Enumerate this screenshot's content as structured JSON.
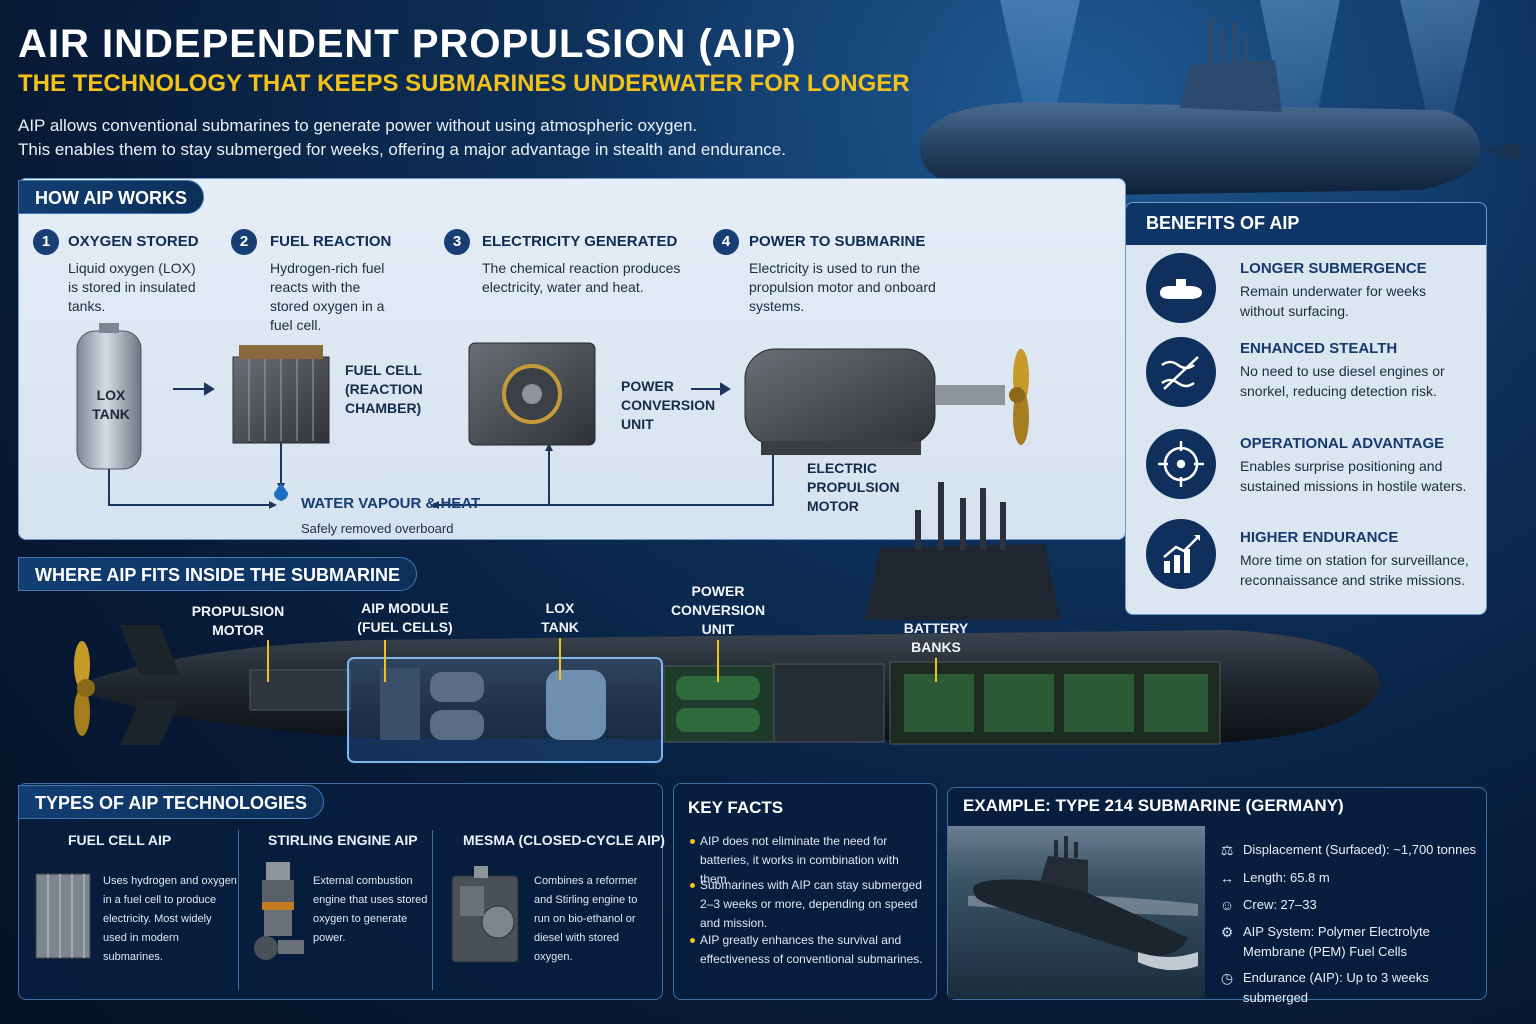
{
  "header": {
    "title": "AIR INDEPENDENT PROPULSION (AIP)",
    "subtitle": "THE TECHNOLOGY THAT KEEPS SUBMARINES UNDERWATER FOR LONGER",
    "intro_line1": "AIP allows conventional submarines to generate power without using atmospheric oxygen.",
    "intro_line2": "This enables them to stay submerged for weeks, offering a major advantage in stealth and endurance."
  },
  "how": {
    "heading": "HOW AIP WORKS",
    "steps": [
      {
        "num": "1",
        "title": "OXYGEN STORED",
        "desc": "Liquid oxygen (LOX) is stored in insulated tanks."
      },
      {
        "num": "2",
        "title": "FUEL REACTION",
        "desc": "Hydrogen-rich fuel reacts with the stored oxygen in a fuel cell."
      },
      {
        "num": "3",
        "title": "ELECTRICITY GENERATED",
        "desc": "The chemical reaction produces electricity, water and heat."
      },
      {
        "num": "4",
        "title": "POWER TO SUBMARINE",
        "desc": "Electricity is used to run the propulsion motor and onboard systems."
      }
    ],
    "lox_tank_label_1": "LOX",
    "lox_tank_label_2": "TANK",
    "fuel_cell_label": "FUEL CELL (REACTION CHAMBER)",
    "power_unit_label": "POWER CONVERSION UNIT",
    "motor_label": "ELECTRIC PROPULSION MOTOR",
    "water_title": "WATER VAPOUR & HEAT",
    "water_desc": "Safely removed overboard"
  },
  "benefits": {
    "heading": "BENEFITS OF AIP",
    "items": [
      {
        "icon": "submarine-icon",
        "title": "LONGER SUBMERGENCE",
        "desc": "Remain underwater for weeks without surfacing."
      },
      {
        "icon": "stealth-icon",
        "title": "ENHANCED STEALTH",
        "desc": "No need to use diesel engines or snorkel, reducing detection risk."
      },
      {
        "icon": "target-icon",
        "title": "OPERATIONAL ADVANTAGE",
        "desc": "Enables surprise positioning and sustained missions in hostile waters."
      },
      {
        "icon": "growth-chart-icon",
        "title": "HIGHER ENDURANCE",
        "desc": "More time on station for surveillance, reconnaissance and strike missions."
      }
    ]
  },
  "fits": {
    "heading": "WHERE AIP FITS INSIDE THE SUBMARINE",
    "labels": {
      "propulsion_motor": "PROPULSION MOTOR",
      "aip_module": "AIP MODULE (FUEL CELLS)",
      "lox_tank": "LOX TANK",
      "power_unit": "POWER CONVERSION UNIT",
      "battery_banks": "BATTERY BANKS"
    }
  },
  "types": {
    "heading": "TYPES OF AIP TECHNOLOGIES",
    "items": [
      {
        "title": "FUEL CELL AIP",
        "desc": "Uses hydrogen and oxygen in a fuel cell to produce electricity. Most widely used in modern submarines."
      },
      {
        "title": "STIRLING ENGINE AIP",
        "desc": "External combustion engine that uses stored oxygen to generate power."
      },
      {
        "title": "MESMA (CLOSED-CYCLE AIP)",
        "desc": "Combines a reformer and Stirling engine to run on bio-ethanol or diesel with stored oxygen."
      }
    ]
  },
  "facts": {
    "heading": "KEY FACTS",
    "items": [
      "AIP does not eliminate the need for batteries, it works in combination with them.",
      "Submarines with AIP can stay submerged 2–3 weeks or more, depending on speed and mission.",
      "AIP greatly enhances the survival and effectiveness of conventional submarines."
    ]
  },
  "example": {
    "heading": "EXAMPLE: TYPE 214 SUBMARINE (GERMANY)",
    "specs": [
      {
        "icon": "weight-icon",
        "text": "Displacement (Surfaced): ~1,700 tonnes"
      },
      {
        "icon": "ruler-icon",
        "text": "Length: 65.8 m"
      },
      {
        "icon": "crew-icon",
        "text": "Crew: 27–33"
      },
      {
        "icon": "gear-icon",
        "text": "AIP System: Polymer Electrolyte Membrane (PEM) Fuel Cells"
      },
      {
        "icon": "clock-icon",
        "text": "Endurance (AIP): Up to 3 weeks submerged"
      }
    ]
  },
  "colors": {
    "accent": "#f2c21b",
    "navy": "#0f2f5c",
    "panel_light": "#dbe6f1"
  }
}
